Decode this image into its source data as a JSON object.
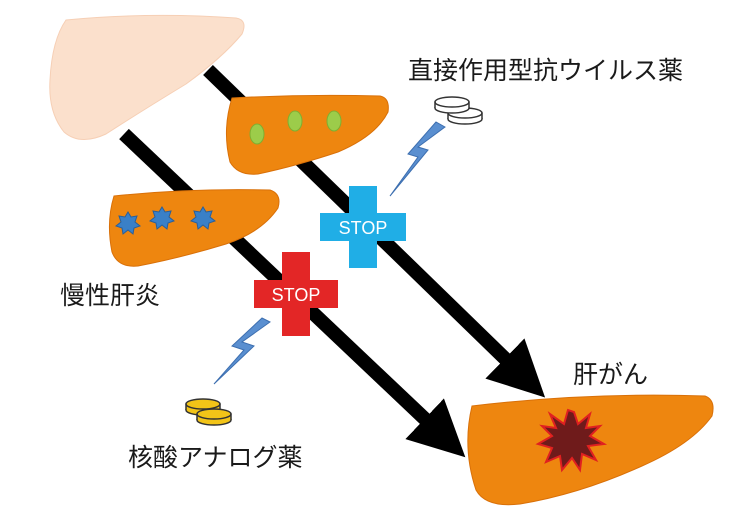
{
  "labels": {
    "daa": "直接作用型抗ウイルス薬",
    "chronic_hepatitis": "慢性肝炎",
    "liver_cancer": "肝がん",
    "nucleoside_analog": "核酸アナログ薬"
  },
  "stop_signs": {
    "blue": "STOP",
    "red": "STOP"
  },
  "colors": {
    "healthy_liver": "#fbe0cc",
    "liver_orange": "#ee860f",
    "virus_green": "#9ccc4a",
    "virus_blue": "#3a80c7",
    "stop_blue": "#20aee6",
    "stop_red": "#e32626",
    "bolt_blue": "#5a8fd0",
    "pill_gold": "#f2c418",
    "tumor_red": "#e02020",
    "tumor_dark": "#6f1b1b",
    "arrow": "#000000"
  }
}
